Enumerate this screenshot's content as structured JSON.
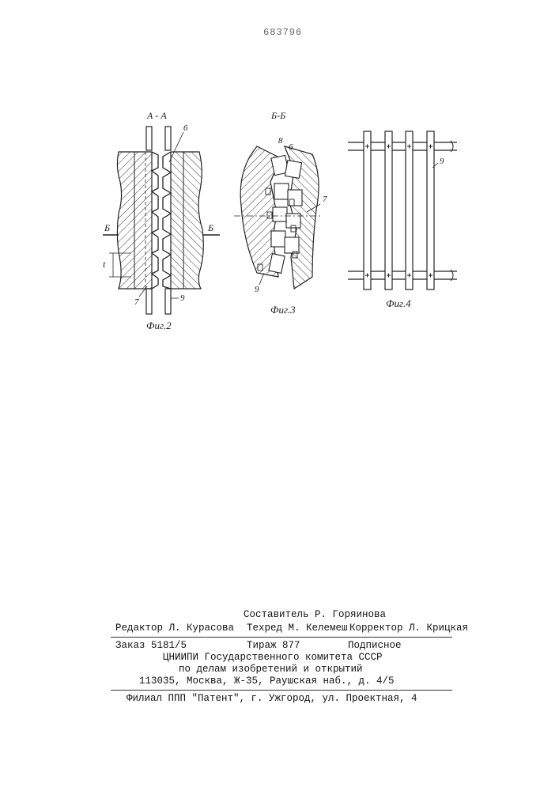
{
  "document": {
    "patent_number": "683796"
  },
  "figures": {
    "fig2": {
      "section": "А - А",
      "caption": "Фиг.2",
      "labels": {
        "part6": "6",
        "part7": "7",
        "part9": "9",
        "pitch": "t",
        "cut_left": "Б",
        "cut_right": "Б"
      }
    },
    "fig3": {
      "section": "Б-Б",
      "caption": "Фиг.3",
      "labels": {
        "part8": "8",
        "part6": "6",
        "part7": "7",
        "part9": "9"
      }
    },
    "fig4": {
      "caption": "Фиг.4",
      "labels": {
        "part9": "9"
      }
    }
  },
  "imprint": {
    "composer": "Составитель Р. Горяинова",
    "editor": "Редактор Л. Курасова",
    "tech_editor": "Техред М. Келемеш",
    "proofreader": "Корректор Л. Крицкая",
    "order": "Заказ 5181/5",
    "circulation": "Тираж 877",
    "subscription": "Подписное",
    "institute": "ЦНИИПИ Государственного комитета СССР",
    "affairs": "по делам изобретений и открытий",
    "address": "113035, Москва, Ж-35, Раушская наб., д. 4/5",
    "branch": "Филиал ППП \"Патент\", г. Ужгород, ул. Проектная, 4"
  }
}
